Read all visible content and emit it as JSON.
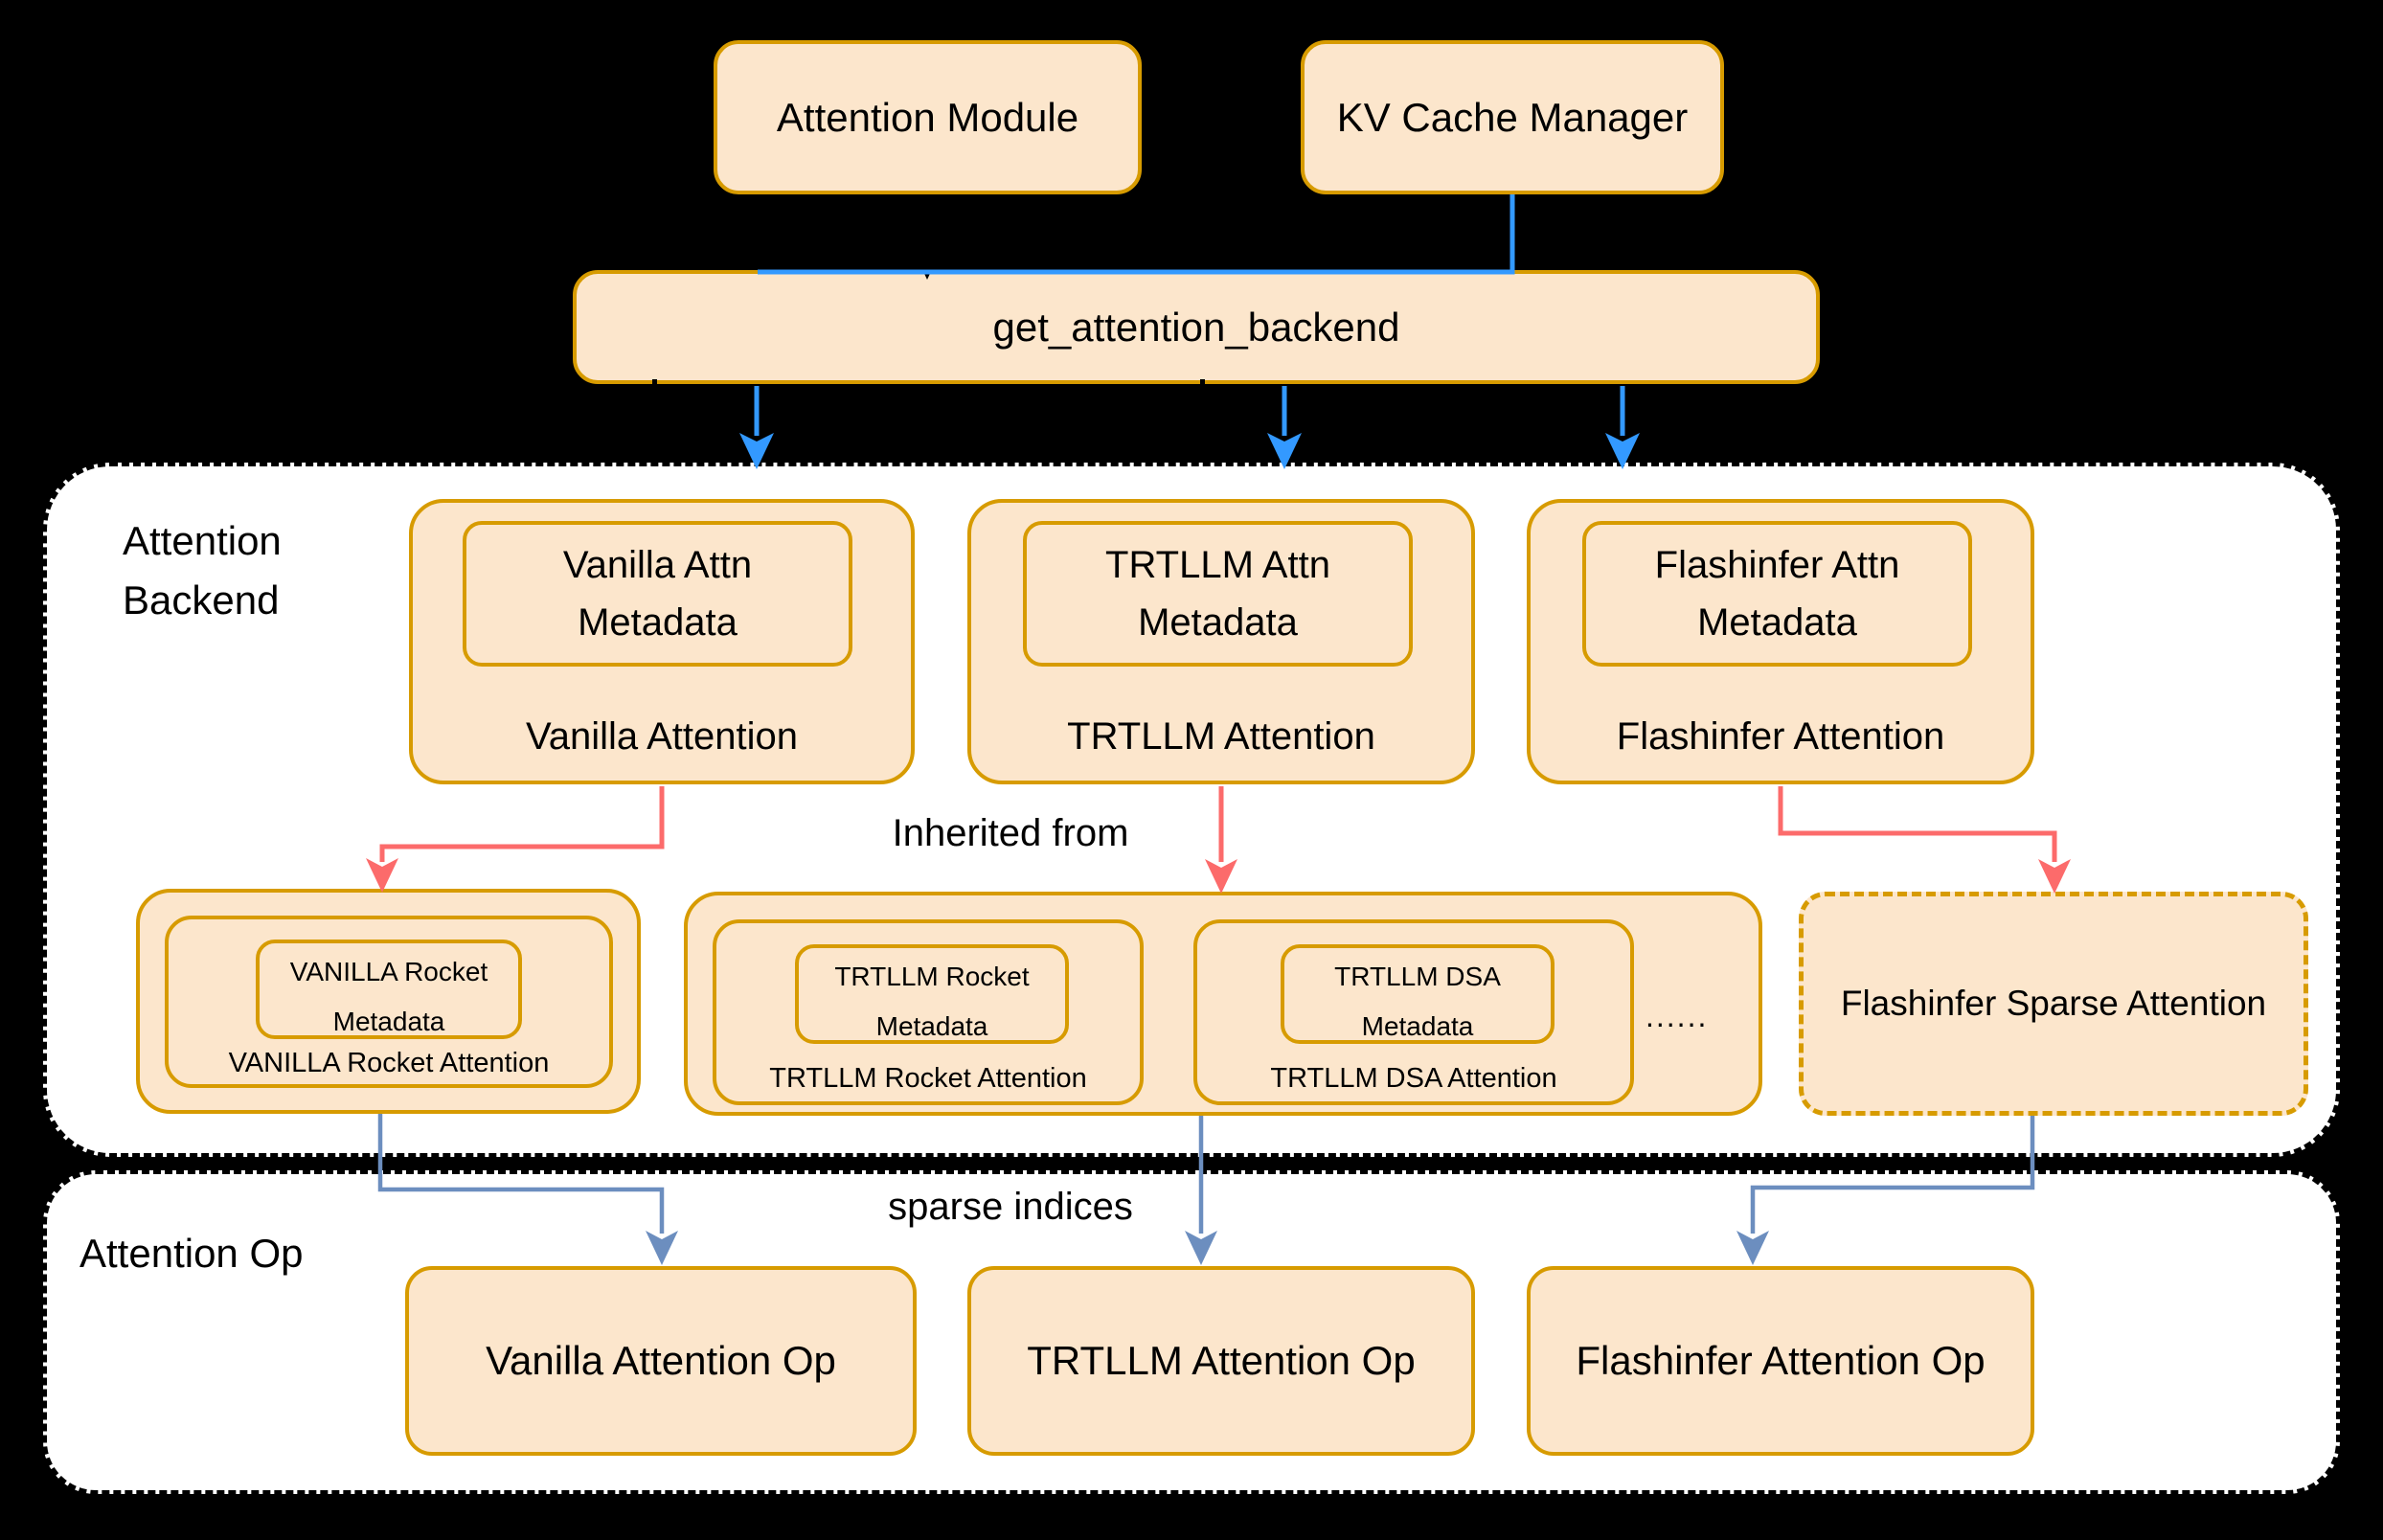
{
  "modules": {
    "attention_module": "Attention Module",
    "kv_cache_manager": "KV Cache Manager",
    "get_attention_backend": "get_attention_backend"
  },
  "backend_section": {
    "label_line1": "Attention",
    "label_line2": "Backend",
    "inherited_from_label": "Inherited from",
    "backends": [
      {
        "meta1": "Vanilla Attn",
        "meta2": "Metadata",
        "label": "Vanilla Attention"
      },
      {
        "meta1": "TRTLLM Attn",
        "meta2": "Metadata",
        "label": "TRTLLM Attention"
      },
      {
        "meta1": "Flashinfer Attn",
        "meta2": "Metadata",
        "label": "Flashinfer Attention"
      }
    ],
    "derived": [
      {
        "meta1": "VANILLA Rocket",
        "meta2": "Metadata",
        "label": "VANILLA Rocket Attention"
      },
      {
        "meta1": "TRTLLM Rocket",
        "meta2": "Metadata",
        "label": "TRTLLM Rocket Attention"
      },
      {
        "meta1": "TRTLLM DSA",
        "meta2": "Metadata",
        "label": "TRTLLM DSA Attention"
      }
    ],
    "ellipsis": "......",
    "flashinfer_sparse_label": "Flashinfer Sparse Attention"
  },
  "op_section": {
    "label": "Attention Op",
    "sparse_indices_label": "sparse indices",
    "ops": [
      "Vanilla Attention Op",
      "TRTLLM Attention Op",
      "Flashinfer Attention Op"
    ]
  },
  "colors": {
    "background": "#000000",
    "container_fill": "#FFFFFF",
    "box_fill": "#FCE6CC",
    "box_stroke": "#D79B00",
    "arrow_blue": "#3399FF",
    "arrow_red": "#FC6B6B",
    "arrow_steel": "#6C8EBF"
  }
}
